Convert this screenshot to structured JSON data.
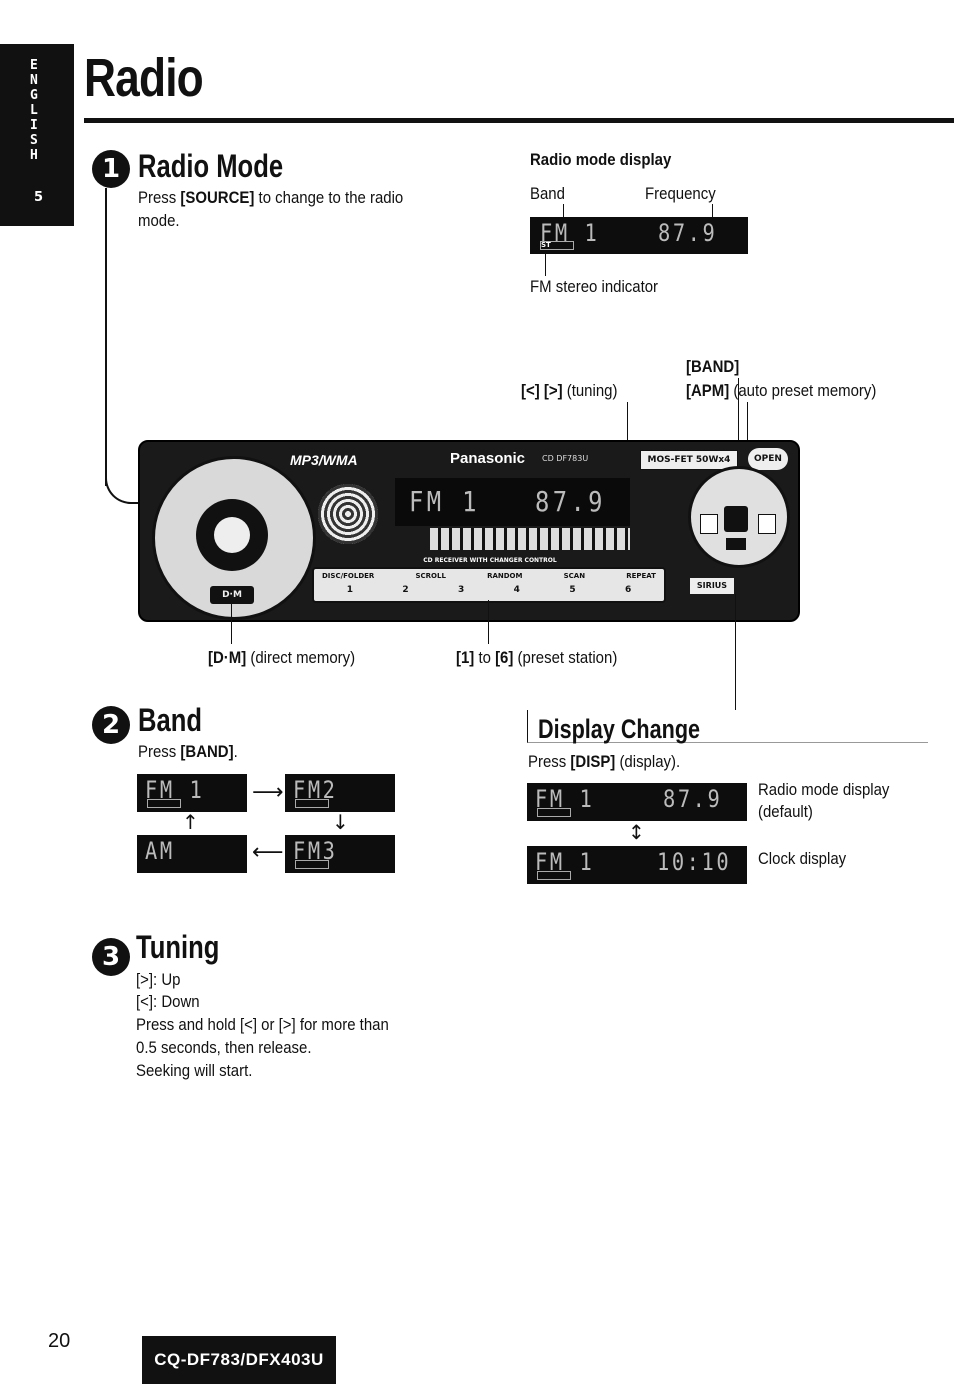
{
  "side_tab": {
    "letters": [
      "E",
      "N",
      "G",
      "L",
      "I",
      "S",
      "H"
    ],
    "page_section": "5"
  },
  "page_title": "Radio",
  "section1": {
    "number": "1",
    "heading": "Radio Mode",
    "text_line1_pre": "Press ",
    "text_line1_key": "[SOURCE]",
    "text_line1_post": " to change to the radio",
    "text_line2": "mode."
  },
  "radio_mode_display": {
    "heading": "Radio mode display",
    "band_label": "Band",
    "frequency_label": "Frequency",
    "lcd_band": "FM 1",
    "lcd_freq": "87.9",
    "stereo_label": "FM stereo indicator",
    "st_tag": "ST"
  },
  "device_callouts": {
    "band_key": "[BAND]",
    "tuning_keys": "[<] [>]",
    "tuning_text": " (tuning)",
    "apm_key": "[APM]",
    "apm_text": " (auto preset memory)",
    "dm_key": "[D·M]",
    "dm_text": " (direct memory)",
    "preset_keys_a": "[1]",
    "preset_to": " to ",
    "preset_keys_b": "[6]",
    "preset_text": " (preset station)"
  },
  "device": {
    "brand": "Panasonic",
    "model_small": "CD DF783U",
    "mp3": "MP3/WMA",
    "mosfet": "MOS-FET 50Wx4",
    "open": "OPEN",
    "lcd_band": "FM 1",
    "lcd_freq": "87.9",
    "cd_receiver": "CD RECEIVER WITH CHANGER CONTROL",
    "presets": [
      "1",
      "2",
      "3",
      "4",
      "5",
      "6"
    ],
    "preset_tags": [
      "DISC/FOLDER",
      "SCROLL",
      "RANDOM",
      "SCAN",
      "REPEAT"
    ],
    "dm_btn": "D·M",
    "sirius": "SIRIUS"
  },
  "section2": {
    "number": "2",
    "heading": "Band",
    "text_pre": "Press ",
    "text_key": "[BAND]",
    "text_post": ".",
    "lcds": [
      "FM 1",
      "FM2",
      "FM3",
      "AM"
    ]
  },
  "display_change": {
    "heading": "Display Change",
    "text_pre": "Press ",
    "text_key": "[DISP]",
    "text_post": " (display).",
    "lcd1_band": "FM 1",
    "lcd1_value": "87.9",
    "lcd2_band": "FM 1",
    "lcd2_value": "10:10",
    "label1_line1": "Radio mode display",
    "label1_line2": "(default)",
    "label2": "Clock display"
  },
  "section3": {
    "number": "3",
    "heading": "Tuning",
    "line1": "[>]: Up",
    "line2": "[<]: Down",
    "line3": "Press and hold [<] or [>] for more than",
    "line4": "0.5 seconds, then release.",
    "line5": "Seeking will start."
  },
  "footer": {
    "page_number": "20",
    "model": "CQ-DF783/DFX403U"
  }
}
